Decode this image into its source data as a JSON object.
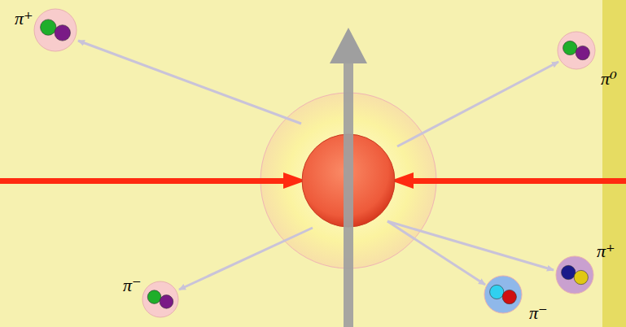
{
  "diagram": {
    "nodes": [
      {
        "text": [
          "π⁺"
        ]
      },
      {
        "text": [
          "π⁰"
        ]
      },
      {
        "text": [
          "π⁺"
        ]
      },
      {
        "text": [
          "π⁻"
        ]
      },
      {
        "text": [
          "π⁻"
        ]
      }
    ]
  }
}
